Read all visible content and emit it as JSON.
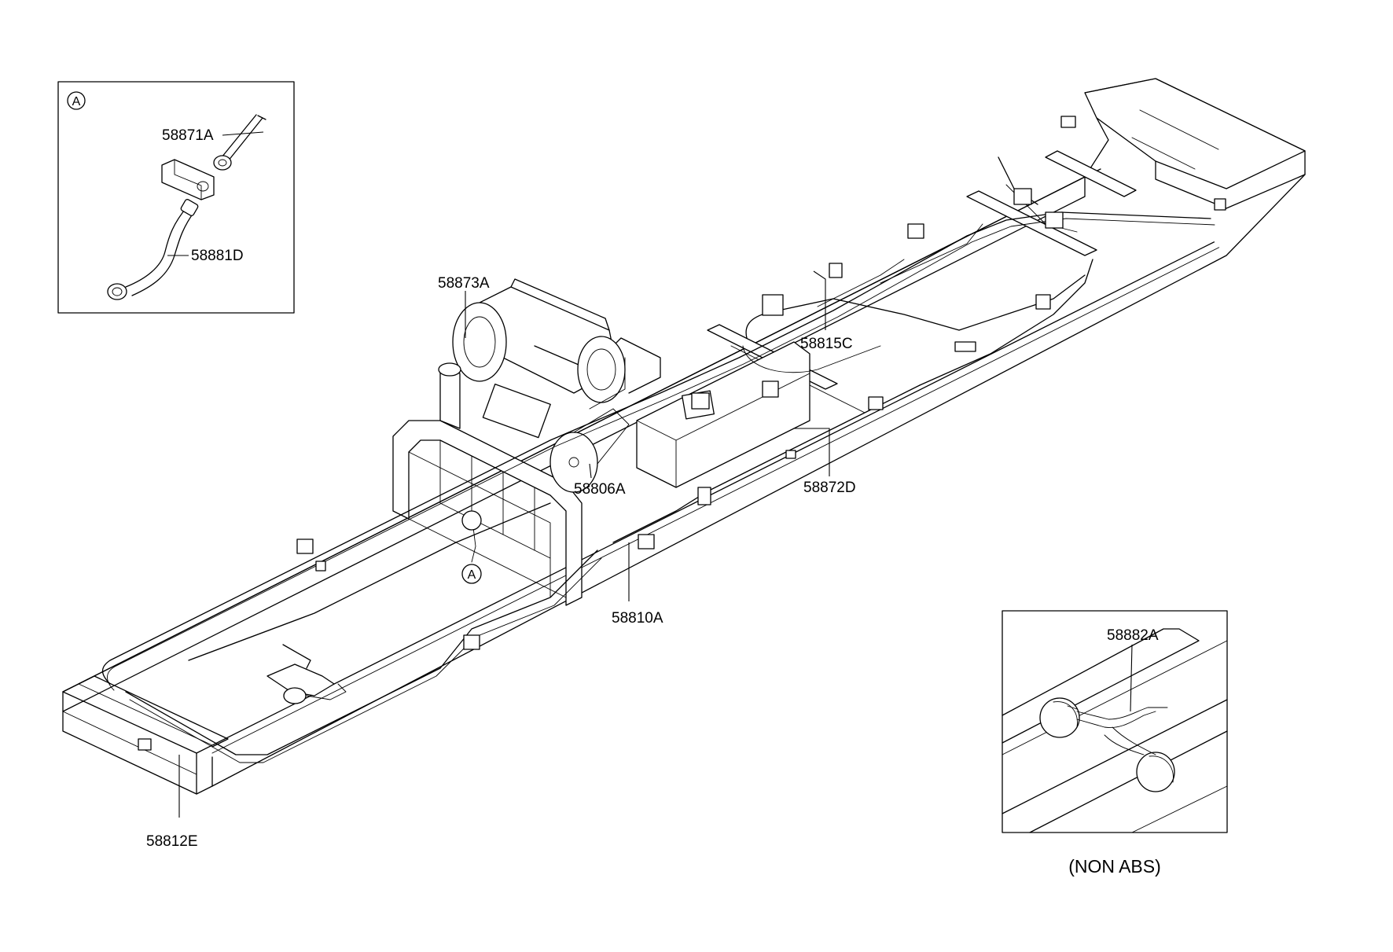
{
  "parts": {
    "p58871A": "58871A",
    "p58881D": "58881D",
    "p58873A": "58873A",
    "p58815C": "58815C",
    "p58872D": "58872D",
    "p58806A": "58806A",
    "p58810A": "58810A",
    "p58812E": "58812E",
    "p58882A": "58882A"
  },
  "detail_markers": {
    "inset_a": "A",
    "frame_a": "A"
  },
  "captions": {
    "non_abs": "(NON ABS)"
  }
}
